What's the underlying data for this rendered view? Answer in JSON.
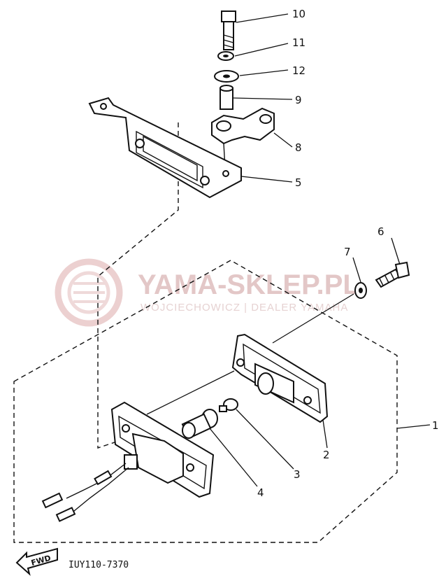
{
  "diagram": {
    "part_labels": [
      {
        "id": "10",
        "text": "10"
      },
      {
        "id": "11",
        "text": "11"
      },
      {
        "id": "12",
        "text": "12"
      },
      {
        "id": "9",
        "text": "9"
      },
      {
        "id": "8",
        "text": "8"
      },
      {
        "id": "5",
        "text": "5"
      },
      {
        "id": "7",
        "text": "7"
      },
      {
        "id": "6",
        "text": "6"
      },
      {
        "id": "1",
        "text": "1"
      },
      {
        "id": "2",
        "text": "2"
      },
      {
        "id": "3",
        "text": "3"
      },
      {
        "id": "4",
        "text": "4"
      }
    ],
    "diagram_code": "IUY110-7370",
    "fwd_label": "FWD"
  },
  "watermark": {
    "title": "YAMA-SKLEP.PL",
    "subtitle": "WOJCIECHOWICZ | DEALER YAMAHA",
    "color": "#e3c7c7"
  }
}
